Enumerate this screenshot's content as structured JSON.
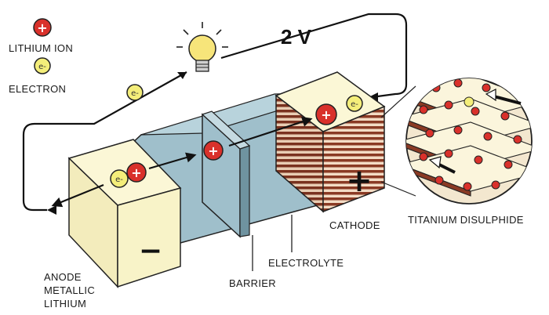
{
  "legend": {
    "lithium_ion": "LITHIUM ION",
    "electron": "ELECTRON",
    "ion_symbol": "+",
    "electron_symbol": "e-"
  },
  "voltage": "2 V",
  "labels": {
    "anode_line1": "ANODE",
    "anode_line2": "METALLIC",
    "anode_line3": "LITHIUM",
    "barrier": "BARRIER",
    "electrolyte": "ELECTROLYTE",
    "cathode": "CATHODE",
    "titanium": "TITANIUM DISULPHIDE"
  },
  "terminals": {
    "negative": "−",
    "positive": "+"
  },
  "colors": {
    "ion": "#d9312b",
    "electron": "#f4ee7a",
    "anode": "#f8f3c8",
    "electrolyte": "#9fbfcb",
    "cathode_stripe": "#8a3a24",
    "cathode_top": "#f8f3c8",
    "bulb": "#f7e57a"
  }
}
